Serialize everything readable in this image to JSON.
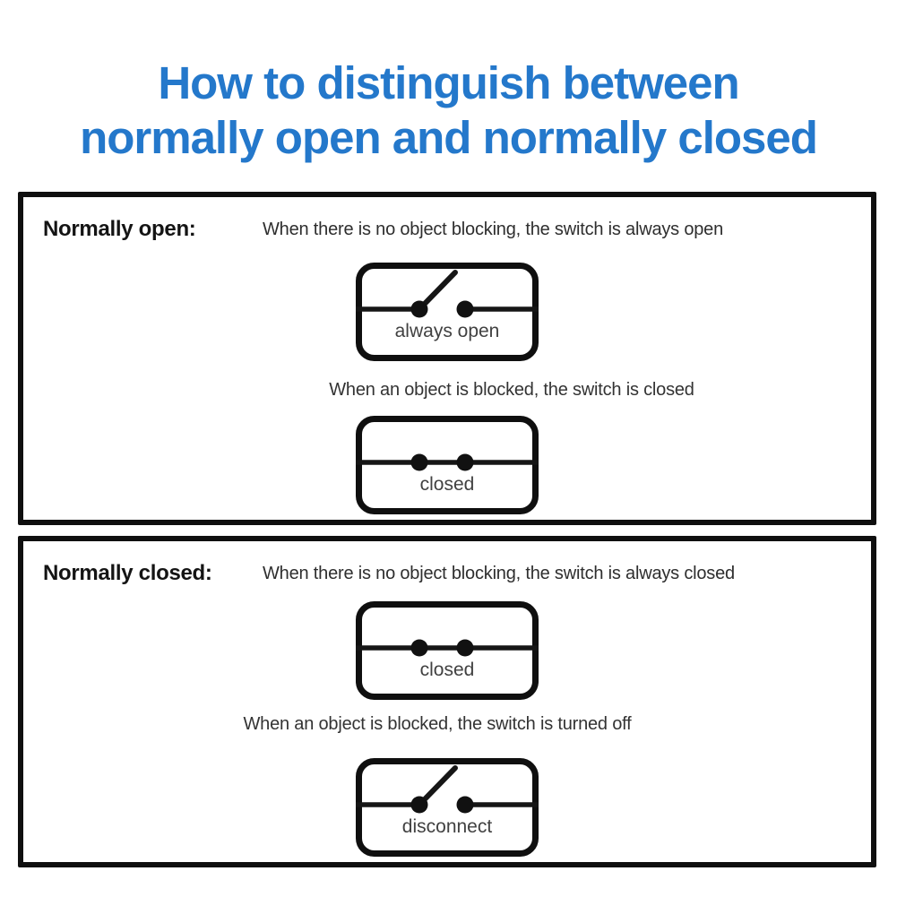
{
  "title": {
    "line1": "How to distinguish between",
    "line2": "normally open and normally closed"
  },
  "colors": {
    "title_blue": "#2478cb",
    "ink": "#0f0f0f",
    "label_gray": "#414141"
  },
  "panels": [
    {
      "label": "Normally open:",
      "description": "When there is no object blocking, the switch is always open",
      "caption_between": "When an object is blocked, the switch is closed",
      "figures": [
        {
          "symbol": "open",
          "label": "always open"
        },
        {
          "symbol": "closed",
          "label": "closed"
        }
      ]
    },
    {
      "label": "Normally closed:",
      "description": "When there is no object blocking, the switch is always closed",
      "caption_between": "When an object is blocked, the switch is turned off",
      "figures": [
        {
          "symbol": "closed",
          "label": "closed"
        },
        {
          "symbol": "open",
          "label": "disconnect"
        }
      ]
    }
  ]
}
